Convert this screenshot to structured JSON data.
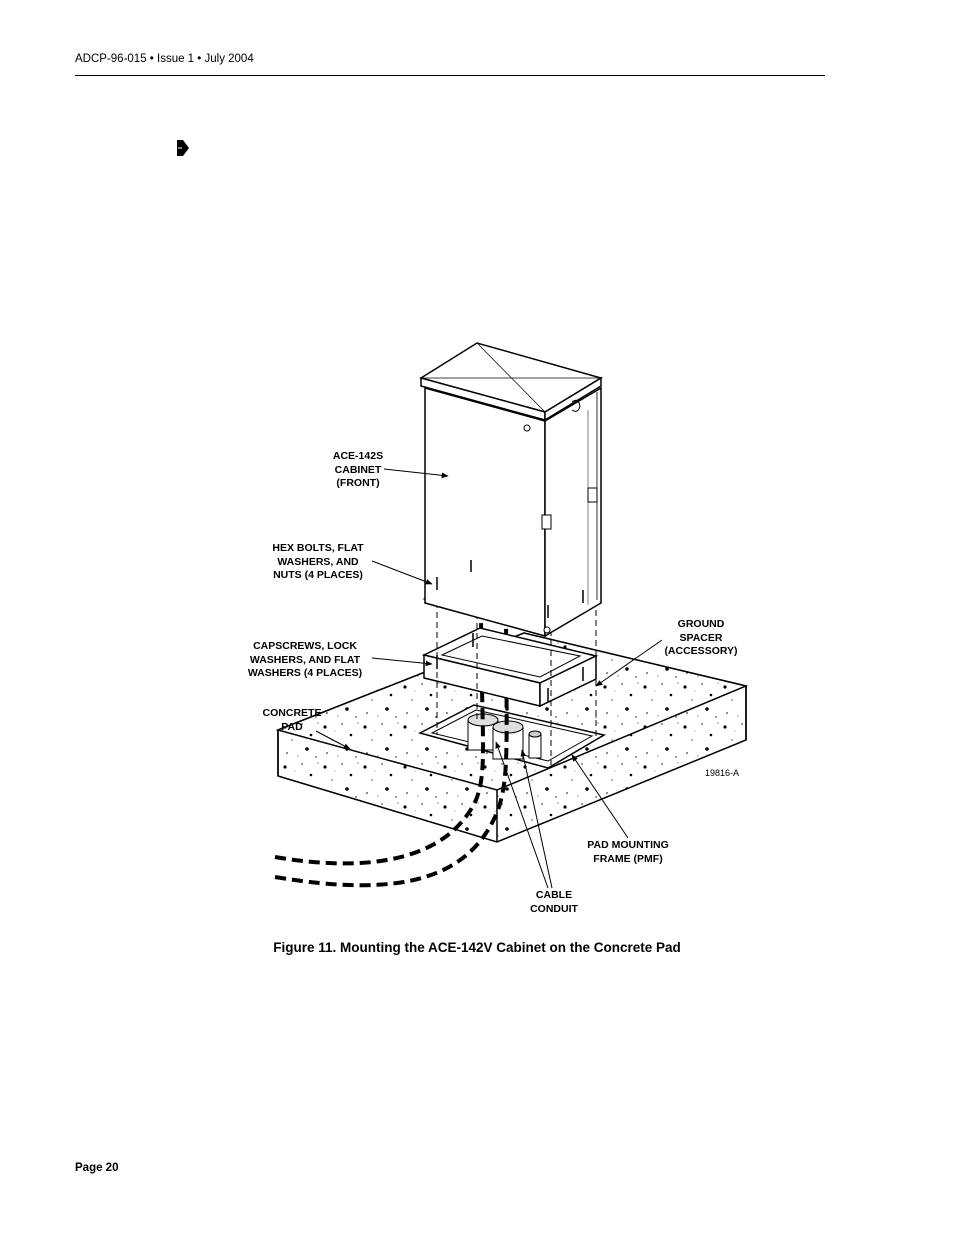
{
  "header": {
    "doc_id": "ADCP-96-015 • Issue 1 • July 2004"
  },
  "figure": {
    "labels": {
      "cabinet": "ACE-142S\nCABINET\n(FRONT)",
      "hex_bolts": "HEX BOLTS, FLAT\nWASHERS, AND\nNUTS (4 PLACES)",
      "capscrews": "CAPSCREWS, LOCK\nWASHERS, AND FLAT\nWASHERS (4 PLACES)",
      "concrete_pad": "CONCRETE\nPAD",
      "ground_spacer": "GROUND\nSPACER\n(ACCESSORY)",
      "pad_frame": "PAD MOUNTING\nFRAME (PMF)",
      "cable_conduit": "CABLE\nCONDUIT",
      "figure_number": "19816-A"
    },
    "caption": "Figure 11. Mounting the ACE-142V Cabinet on the Concrete Pad"
  },
  "footer": {
    "page": "Page 20"
  }
}
